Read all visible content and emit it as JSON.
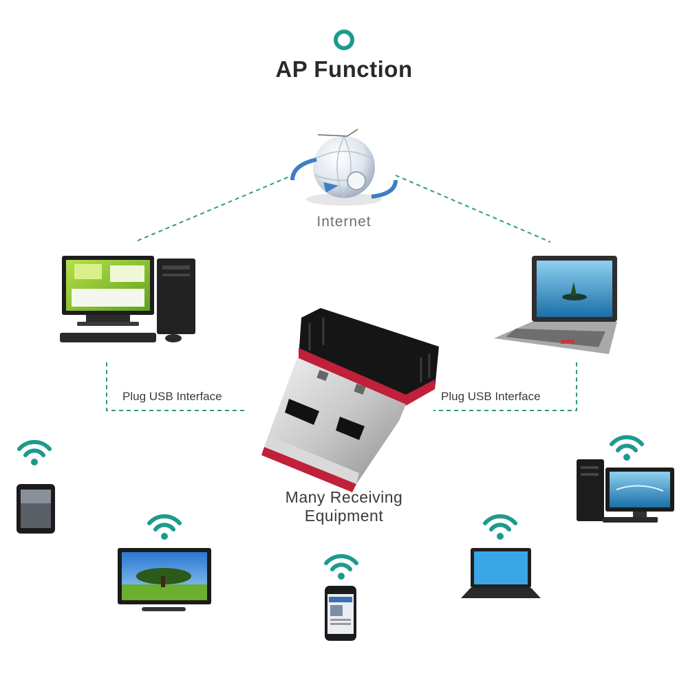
{
  "title": "AP Function",
  "internet_label": "Internet",
  "left_connection_label": "Plug USB Interface",
  "right_connection_label": "Plug USB Interface",
  "receiver_label_line1": "Many Receiving",
  "receiver_label_line2": "Equipment",
  "colors": {
    "accent": "#1e9a8c",
    "text": "#333333",
    "dongle_body": "#111111",
    "dongle_band": "#c0203a"
  },
  "icons": [
    "target-circle-icon",
    "globe-icon",
    "desktop-computer-icon",
    "laptop-icon",
    "usb-dongle-icon",
    "wifi-icon",
    "tablet-icon",
    "tv-icon",
    "phone-icon"
  ]
}
